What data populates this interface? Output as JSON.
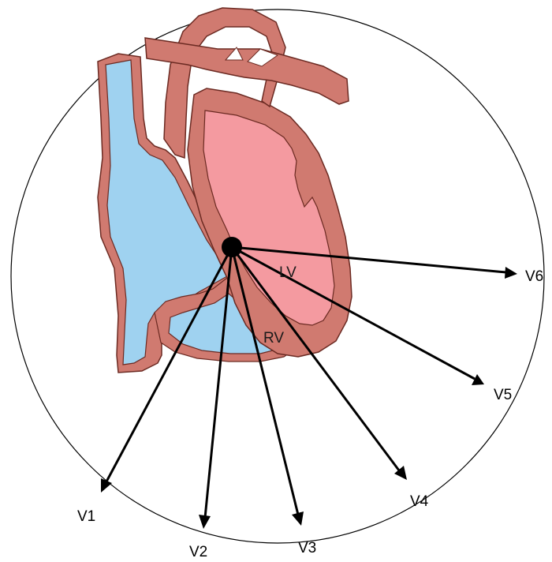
{
  "colors": {
    "wall": "#d07a70",
    "wall_stroke": "#6b2a22",
    "right_heart": "#9fd2f0",
    "left_heart": "#f49aa0",
    "circle": "#000000",
    "arrow": "#000000"
  },
  "chambers": {
    "lv": "LV",
    "rv": "RV"
  },
  "leads": [
    {
      "id": "v1",
      "label": "V1"
    },
    {
      "id": "v2",
      "label": "V2"
    },
    {
      "id": "v3",
      "label": "V3"
    },
    {
      "id": "v4",
      "label": "V4"
    },
    {
      "id": "v5",
      "label": "V5"
    },
    {
      "id": "v6",
      "label": "V6"
    }
  ]
}
